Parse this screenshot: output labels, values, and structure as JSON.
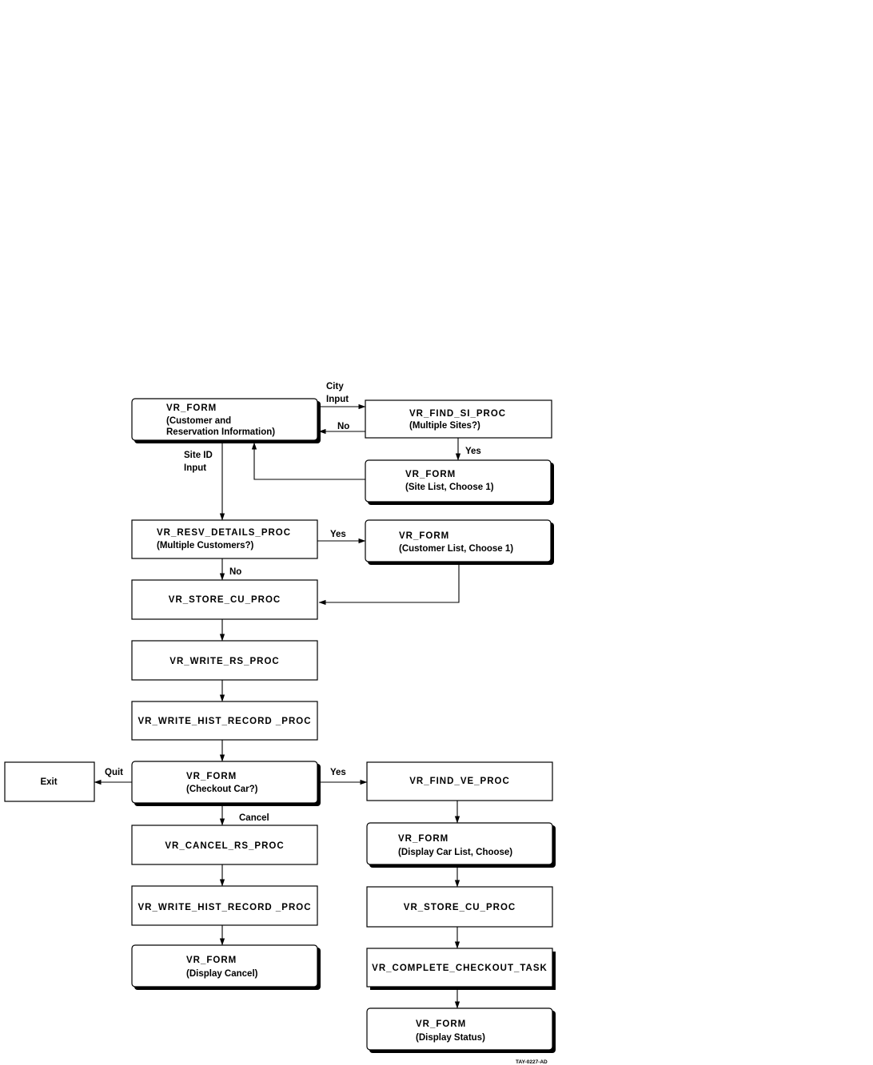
{
  "nodes": {
    "vr_form_main": {
      "title": "VR_FORM",
      "line2": "(Customer and",
      "line3": "Reservation Information)"
    },
    "find_si": {
      "title": "VR_FIND_SI_PROC",
      "line2": "(Multiple Sites?)"
    },
    "site_list": {
      "title": "VR_FORM",
      "line2": "(Site  List, Choose 1)"
    },
    "resv_details": {
      "title": "VR_RESV_DETAILS_PROC",
      "line2": "(Multiple Customers?)"
    },
    "customer_list": {
      "title": "VR_FORM",
      "line2": "(Customer List, Choose 1)"
    },
    "store_cu_1": {
      "title": "VR_STORE_CU_PROC"
    },
    "write_rs": {
      "title": "VR_WRITE_RS_PROC"
    },
    "write_hist_1": {
      "title": "VR_WRITE_HIST_RECORD  _PROC"
    },
    "exit": {
      "title": "Exit"
    },
    "checkout_car": {
      "title": "VR_FORM",
      "line2": "(Checkout Car?)"
    },
    "find_ve": {
      "title": "VR_FIND_VE_PROC"
    },
    "cancel_rs": {
      "title": "VR_CANCEL_RS_PROC"
    },
    "car_list": {
      "title": "VR_FORM",
      "line2": "(Display Car List, Choose)"
    },
    "write_hist_2": {
      "title": "VR_WRITE_HIST_RECORD  _PROC"
    },
    "store_cu_2": {
      "title": "VR_STORE_CU_PROC"
    },
    "display_cancel": {
      "title": "VR_FORM",
      "line2": "(Display Cancel)"
    },
    "complete_checkout": {
      "title": "VR_COMPLETE_CHECKOUT_TASK"
    },
    "display_status": {
      "title": "VR_FORM",
      "line2": "(Display Status)"
    }
  },
  "edge_labels": {
    "city": "City",
    "input_1": "Input",
    "no_1": "No",
    "yes_1": "Yes",
    "site_id": "Site ID",
    "input_2": "Input",
    "yes_2": "Yes",
    "no_2": "No",
    "quit": "Quit",
    "yes_3": "Yes",
    "cancel": "Cancel"
  },
  "figure_code": "TAY-0227-AD"
}
